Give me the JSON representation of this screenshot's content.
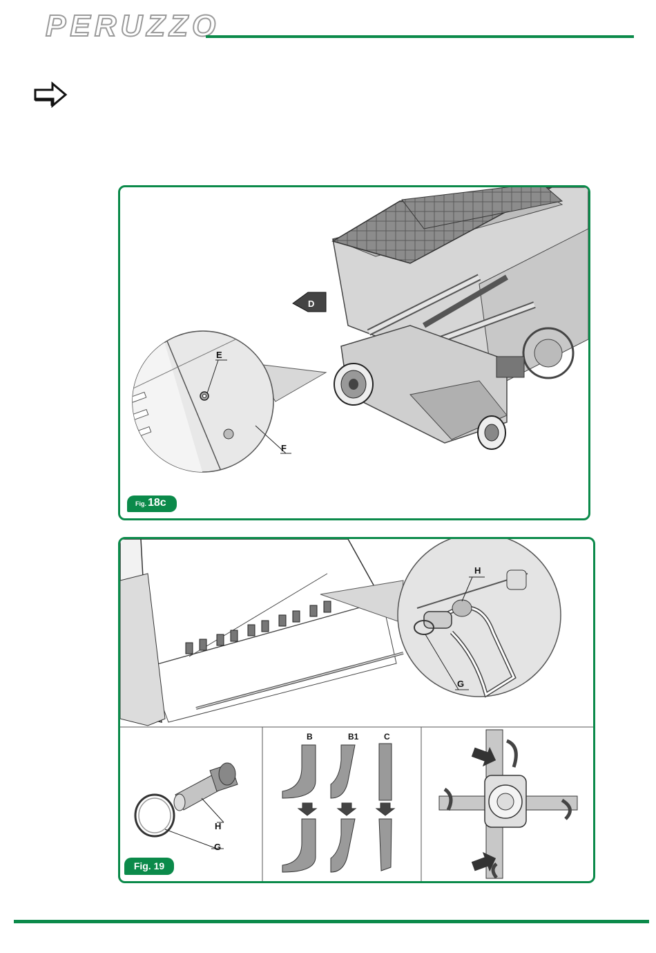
{
  "header": {
    "brand": "PERUZZO",
    "accent_color": "#0b8a4a"
  },
  "note_icon": "right-arrow-icon",
  "figure_18c": {
    "badge_prefix": "Fig.",
    "badge_number": "18c",
    "labels": {
      "d": "D",
      "e": "E",
      "f": "F"
    }
  },
  "figure_19": {
    "badge": "Fig. 19",
    "labels": {
      "h_detail": "H",
      "g_detail": "G",
      "h_pin": "H",
      "g_ring": "G",
      "b": "B",
      "b1": "B1",
      "c": "C"
    }
  }
}
